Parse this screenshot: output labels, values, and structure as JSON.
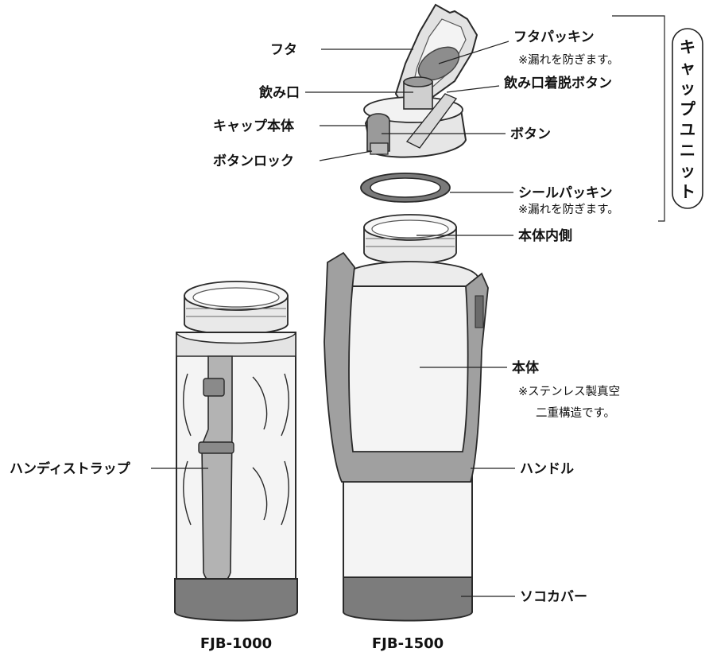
{
  "labels": {
    "futa": "フタ",
    "futa_packing": "フタパッキン",
    "futa_packing_note": "※漏れを防ぎます。",
    "nomikuchi": "飲み口",
    "nomikuchi_button": "飲み口着脱ボタン",
    "cap_body": "キャップ本体",
    "button": "ボタン",
    "button_lock": "ボタンロック",
    "seal_packing": "シールパッキン",
    "seal_packing_note": "※漏れを防ぎます。",
    "inner_body": "本体内側",
    "body": "本体",
    "body_note_1": "※ステンレス製真空",
    "body_note_2": "二重構造です。",
    "handy_strap": "ハンディストラップ",
    "handle": "ハンドル",
    "bottom_cover": "ソコカバー",
    "cap_unit_chars": [
      "キ",
      "ャ",
      "ッ",
      "プ",
      "ユ",
      "ニ",
      "ッ",
      "ト"
    ]
  },
  "models": {
    "small": "FJB-1000",
    "large": "FJB-1500"
  },
  "colors": {
    "outline": "#2a2a2a",
    "body_fill": "#f4f4f4",
    "cap_fill": "#e6e6e6",
    "gray": "#9c9c9c",
    "dark_gray": "#6f6f6f",
    "strap": "#b3b3b3"
  }
}
